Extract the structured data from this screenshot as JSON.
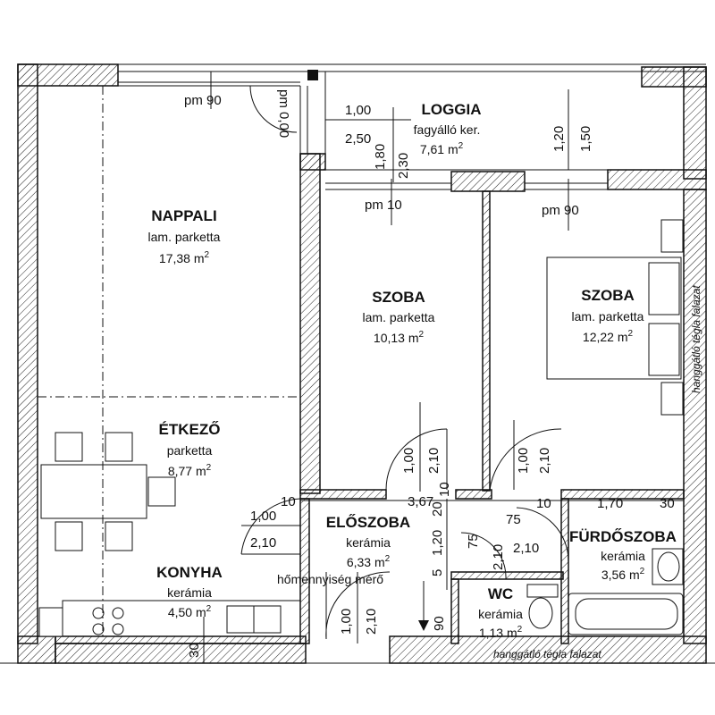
{
  "rooms": {
    "nappali": {
      "name": "NAPPALI",
      "floor": "lam. parketta",
      "area": "17,38 m",
      "sup": "2"
    },
    "loggia": {
      "name": "LOGGIA",
      "floor": "fagyálló ker.",
      "area": "7,61 m",
      "sup": "2"
    },
    "szoba1": {
      "name": "SZOBA",
      "floor": "lam. parketta",
      "area": "10,13 m",
      "sup": "2"
    },
    "szoba2": {
      "name": "SZOBA",
      "floor": "lam. parketta",
      "area": "12,22 m",
      "sup": "2"
    },
    "etkezo": {
      "name": "ÉTKEZŐ",
      "floor": "parketta",
      "area": "8,77 m",
      "sup": "2"
    },
    "eloszoba": {
      "name": "ELŐSZOBA",
      "floor": "kerámia",
      "area": "6,33 m",
      "sup": "2"
    },
    "furdoszoba": {
      "name": "FÜRDŐSZOBA",
      "floor": "kerámia",
      "area": "3,56 m",
      "sup": "2"
    },
    "konyha": {
      "name": "KONYHA",
      "floor": "kerámia",
      "area": "4,50 m",
      "sup": "2"
    },
    "wc": {
      "name": "WC",
      "floor": "kerámia",
      "area": "1,13 m",
      "sup": "2"
    }
  },
  "labels": {
    "pm90_top": "pm 90",
    "pm000": "pm 0,00",
    "pm10": "pm 10",
    "pm90_right": "pm 90",
    "heat_meter": "hőmennyiség mérő",
    "wall_right": "hanggátló tégla falazat",
    "wall_bottom": "hanggátló tégla falazat"
  },
  "dims": {
    "d100_loggia": "1,00",
    "d250_loggia": "2,50",
    "d180": "1,80",
    "d230": "2,30",
    "d120_loggia": "1,20",
    "d150_loggia": "1,50",
    "d100_sz1": "1,00",
    "d210_sz1": "2,10",
    "d100_sz2": "1,00",
    "d210_sz2": "2,10",
    "d10_a": "10",
    "d367": "3,67",
    "d10_b": "10",
    "d10_c": "10",
    "d170": "1,70",
    "d30_a": "30",
    "d100_elo": "1,00",
    "d210_elo": "2,10",
    "d20": "20",
    "d120_elo": "1,20",
    "d75_a": "75",
    "d75_b": "75",
    "d210_fur": "2,10",
    "d210_wc": "2,10",
    "d5": "5",
    "d100_bot": "1,00",
    "d210_bot": "2,10",
    "d90": "90",
    "d30_b": "30"
  }
}
